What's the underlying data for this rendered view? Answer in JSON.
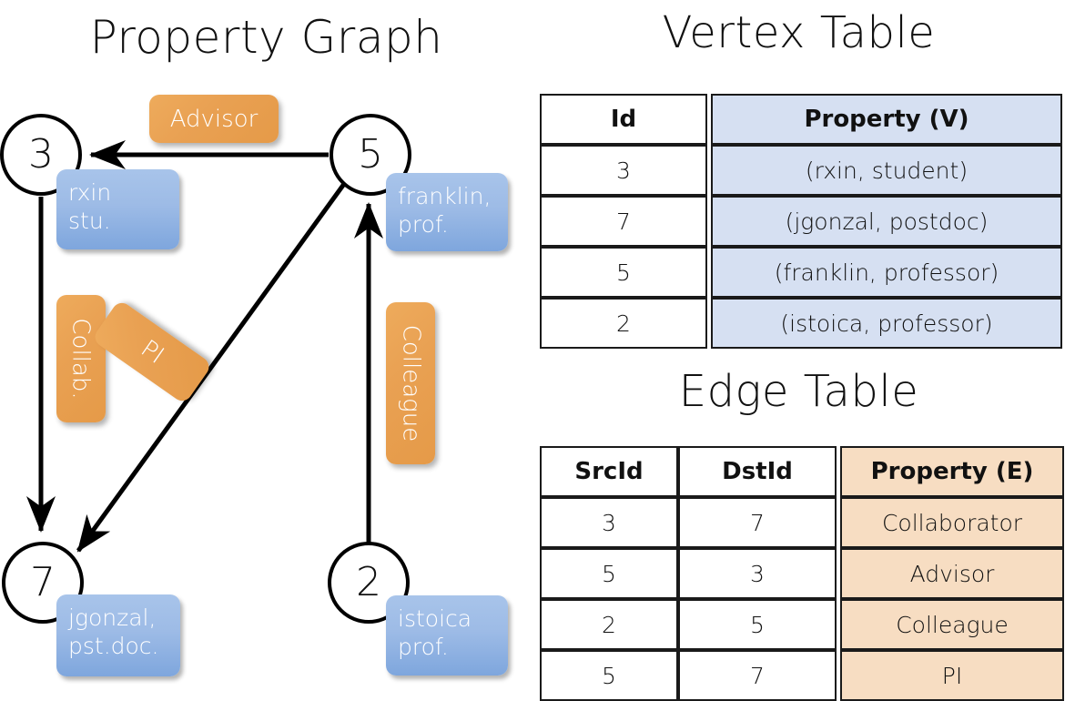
{
  "titles": {
    "graph": "Property Graph",
    "vertex_table": "Vertex Table",
    "edge_table": "Edge Table"
  },
  "graph": {
    "nodes": [
      {
        "id": "3",
        "property_lines": [
          "rxin",
          "stu."
        ]
      },
      {
        "id": "5",
        "property_lines": [
          "franklin,",
          "prof."
        ]
      },
      {
        "id": "7",
        "property_lines": [
          "jgonzal,",
          "pst.doc."
        ]
      },
      {
        "id": "2",
        "property_lines": [
          "istoica",
          "prof."
        ]
      }
    ],
    "edge_labels": [
      {
        "name": "advisor",
        "text": "Advisor"
      },
      {
        "name": "collab",
        "text": "Collab."
      },
      {
        "name": "pi",
        "text": "PI"
      },
      {
        "name": "colleague",
        "text": "Colleague"
      }
    ],
    "edges": [
      {
        "src": "5",
        "dst": "3",
        "label": "Advisor"
      },
      {
        "src": "3",
        "dst": "7",
        "label": "Collab."
      },
      {
        "src": "5",
        "dst": "7",
        "label": "PI"
      },
      {
        "src": "2",
        "dst": "5",
        "label": "Colleague"
      }
    ]
  },
  "vertex_table": {
    "headers": [
      "Id",
      "Property (V)"
    ],
    "rows": [
      {
        "id": "3",
        "property": "(rxin, student)"
      },
      {
        "id": "7",
        "property": "(jgonzal, postdoc)"
      },
      {
        "id": "5",
        "property": "(franklin, professor)"
      },
      {
        "id": "2",
        "property": "(istoica, professor)"
      }
    ]
  },
  "edge_table": {
    "headers": [
      "SrcId",
      "DstId",
      "Property (E)"
    ],
    "rows": [
      {
        "src": "3",
        "dst": "7",
        "property": "Collaborator"
      },
      {
        "src": "5",
        "dst": "3",
        "property": "Advisor"
      },
      {
        "src": "2",
        "dst": "5",
        "property": "Colleague"
      },
      {
        "src": "5",
        "dst": "7",
        "property": "PI"
      }
    ]
  },
  "colors": {
    "vertex_property_fill": "#D6E0F2",
    "edge_property_fill": "#F7DDC2",
    "callout_blue": "#9DBBE6",
    "callout_orange": "#E9A153",
    "stroke": "#1A1A1A"
  }
}
